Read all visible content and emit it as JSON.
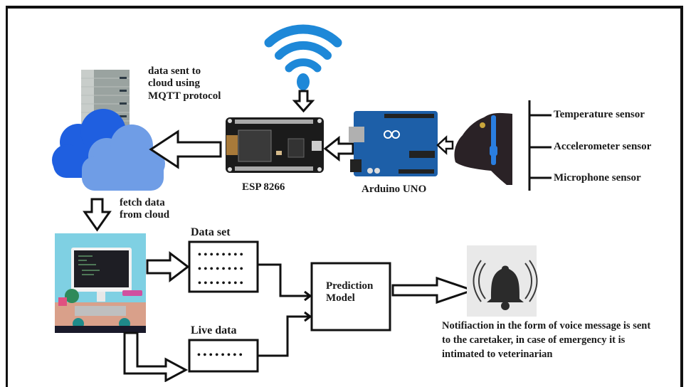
{
  "diagram": {
    "cloud_caption": "data sent to\ncloud using\nMQTT protocol",
    "fetch_caption": "fetch data\nfrom cloud",
    "esp_label": "ESP 8266",
    "arduino_label": "Arduino UNO",
    "sensors": [
      {
        "label": "Temperature sensor"
      },
      {
        "label": "Accelerometer sensor"
      },
      {
        "label": "Microphone sensor"
      }
    ],
    "dataset_label": "Data set",
    "livedata_label": "Live data",
    "prediction_label": "Prediction\nModel",
    "notification_text": "Notifiaction in the form of voice message is sent to the caretaker, in case of emergency it is intimated to veterinarian",
    "icons": {
      "wifi": "wifi-icon",
      "cloud": "cloud-server-icon",
      "esp": "esp8266-board-icon",
      "arduino": "arduino-board-icon",
      "cow": "cow-with-collar-icon",
      "computer": "computer-desk-icon",
      "bell": "alarm-bell-icon"
    },
    "colors": {
      "wifi_blue": "#1e88d8",
      "cloud_blue": "#2f6fe0",
      "arduino_blue": "#1d5fa8",
      "bell_bg": "#e9e9e9",
      "screen_bg": "#7fd0e3"
    }
  }
}
